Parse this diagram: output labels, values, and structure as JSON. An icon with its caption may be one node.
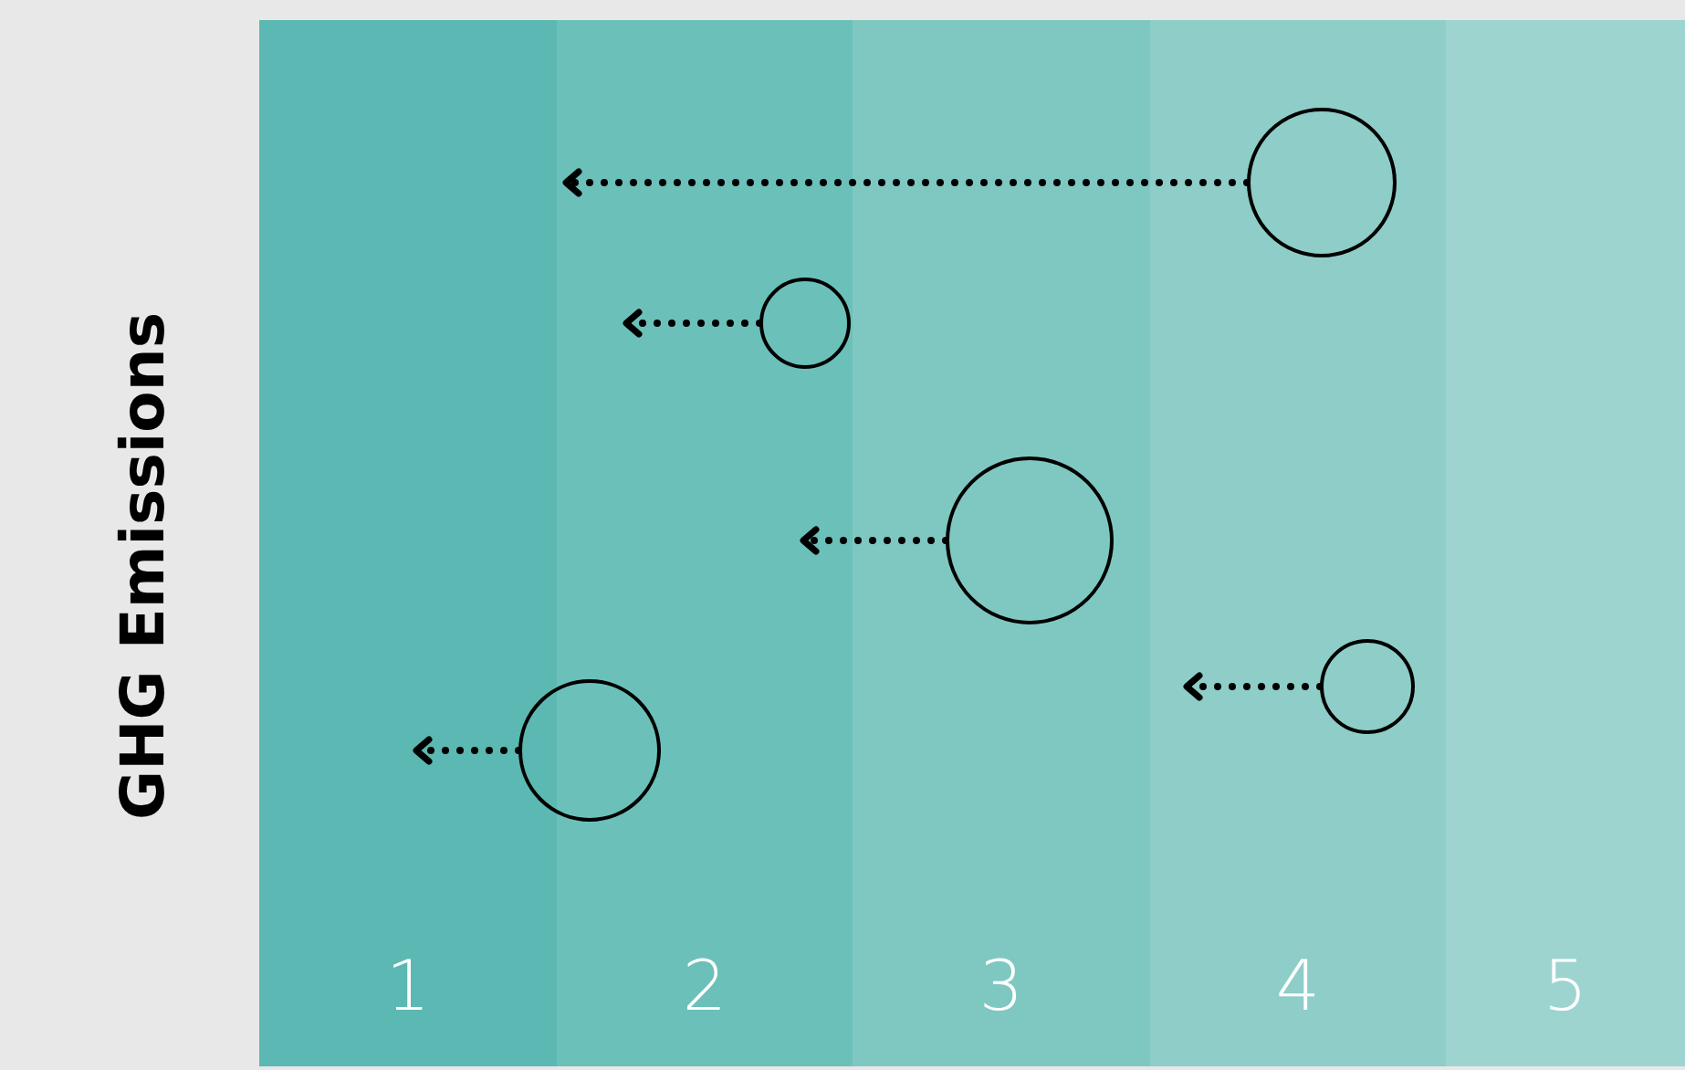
{
  "diagram": {
    "nodes": [
      {
        "text": [
          "1"
        ]
      },
      {
        "text": [
          "2"
        ]
      },
      {
        "text": [
          "3"
        ]
      },
      {
        "text": [
          "4"
        ]
      },
      {
        "text": [
          "5"
        ]
      },
      {
        "text": [],
        "shape": "circle",
        "in": 3
      },
      {
        "text": [],
        "shape": "circle",
        "in": 1
      },
      {
        "text": [],
        "shape": "circle",
        "in": 2
      },
      {
        "text": [],
        "shape": "circle",
        "in": 3
      },
      {
        "text": [],
        "shape": "circle"
      }
    ],
    "edges": [
      {
        "from": 5,
        "to": 1,
        "arrow": "to"
      },
      {
        "from": 6,
        "to": 1,
        "arrow": "to"
      },
      {
        "from": 7,
        "to": 1,
        "arrow": "to"
      },
      {
        "from": 8,
        "to": null,
        "arrow": "to"
      },
      {
        "from": 9,
        "to": 0,
        "arrow": "to"
      }
    ],
    "labels": [
      "GHG Emissions"
    ]
  }
}
